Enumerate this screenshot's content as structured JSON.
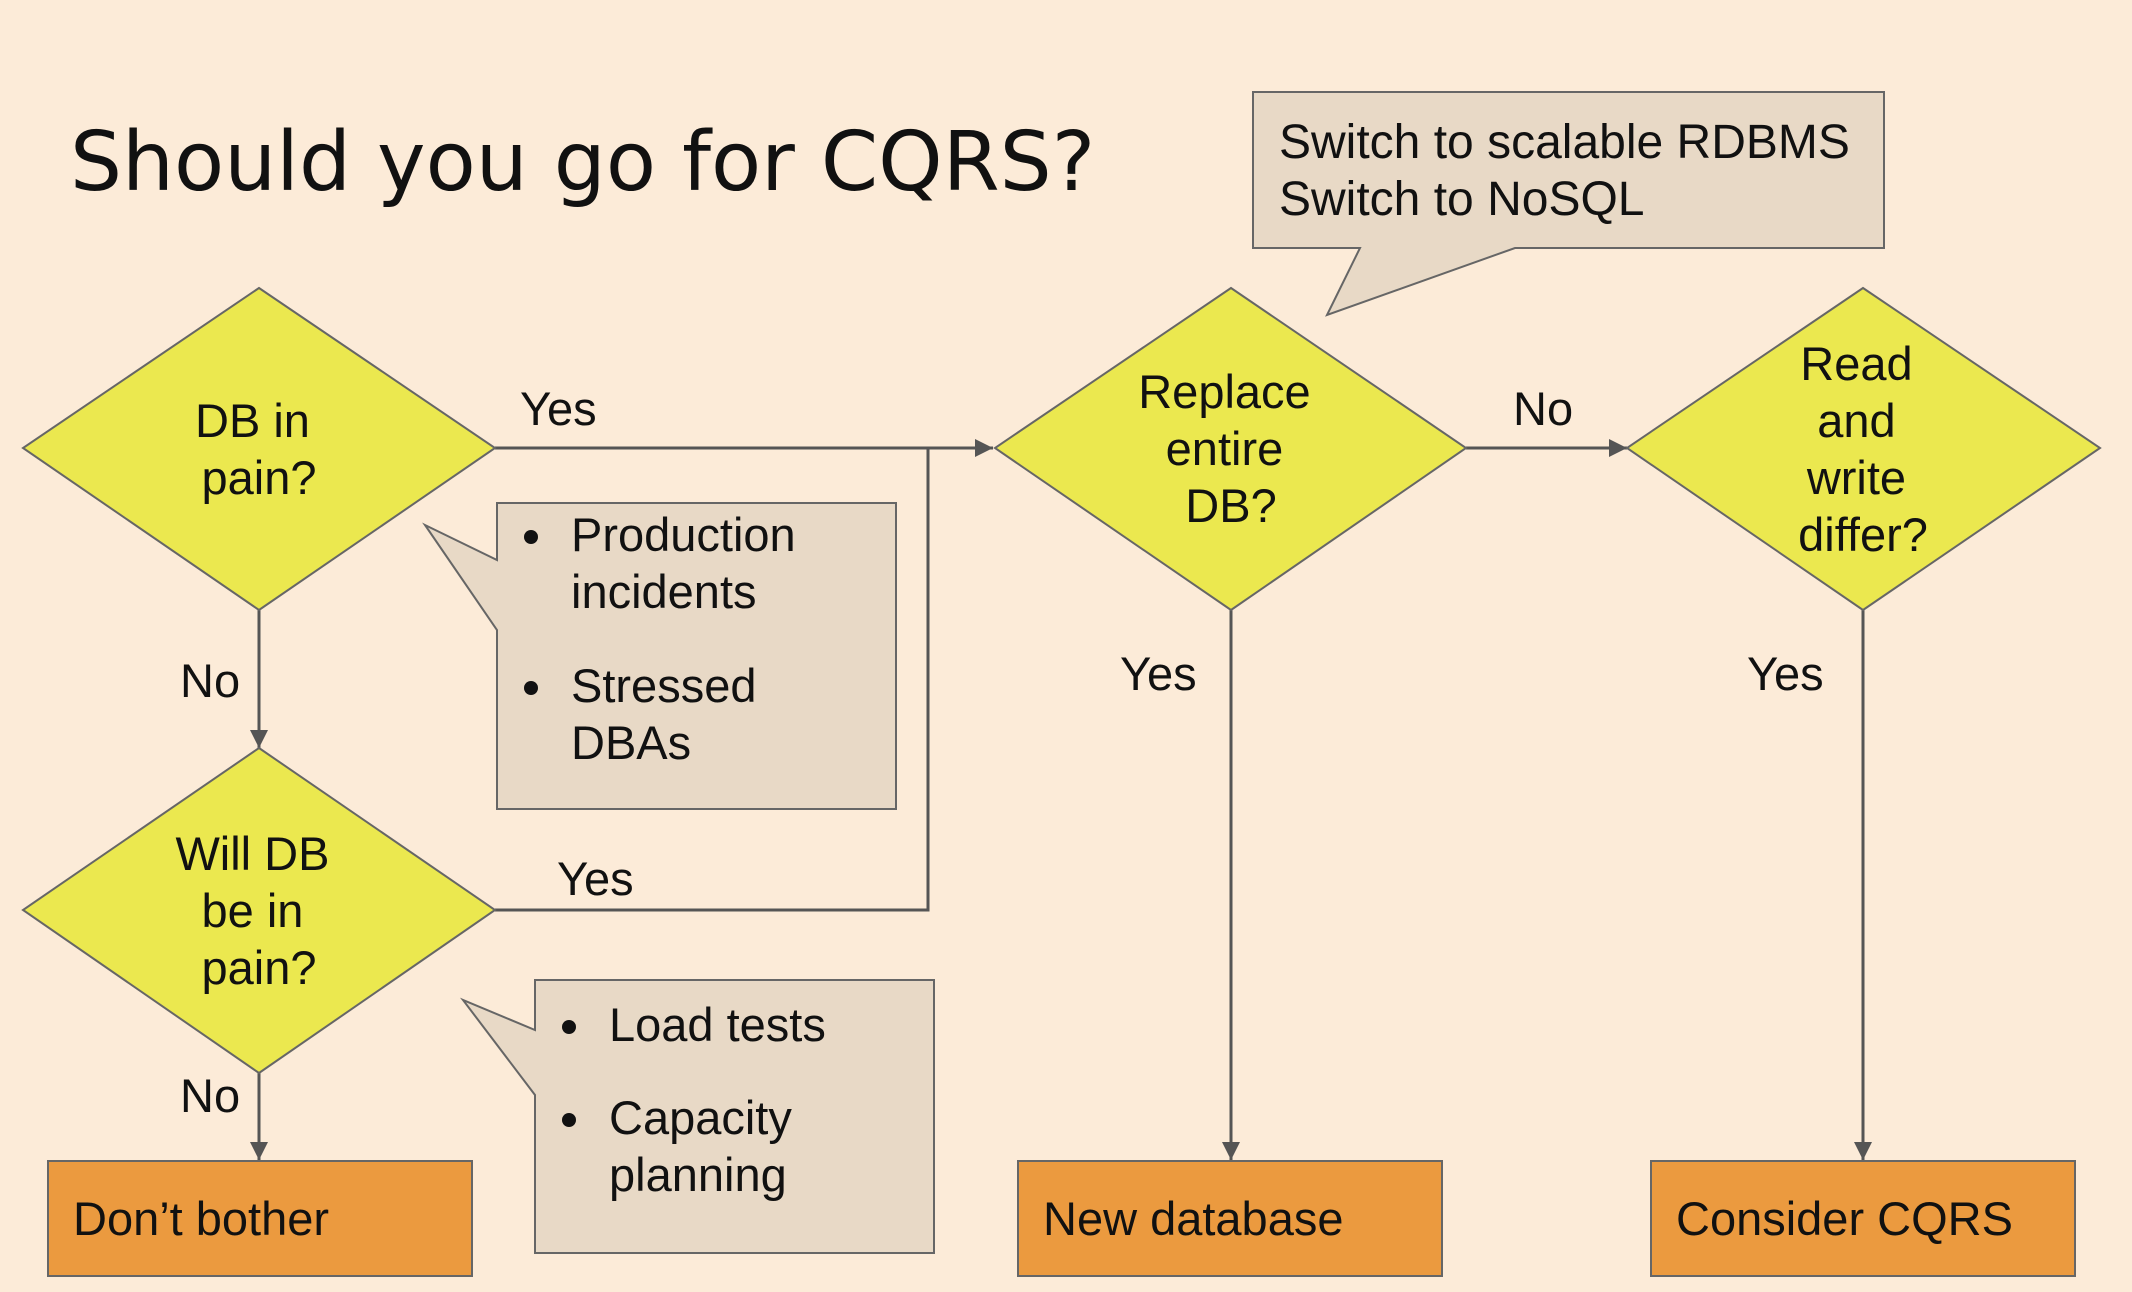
{
  "title": "Should you go for CQRS?",
  "colors": {
    "background": "#fcebd8",
    "decision": "#ebe84f",
    "outcome": "#eb9a3f",
    "callout": "#e8d9c6",
    "stroke": "#555555"
  },
  "decisions": {
    "db_in_pain": [
      "DB in",
      "pain?"
    ],
    "will_db_be_in_pain": [
      "Will DB",
      "be in",
      "pain?"
    ],
    "replace_entire_db": [
      "Replace",
      "entire",
      "DB?"
    ],
    "read_write_differ": [
      "Read",
      "and",
      "write",
      "differ?"
    ]
  },
  "outcomes": {
    "dont_bother": "Don’t bother",
    "new_database": "New database",
    "consider_cqrs": "Consider CQRS"
  },
  "edge_labels": {
    "pain_yes": "Yes",
    "pain_no": "No",
    "will_yes": "Yes",
    "will_no": "No",
    "replace_no": "No",
    "replace_yes": "Yes",
    "differ_yes": "Yes"
  },
  "callouts": {
    "pain_examples": [
      [
        "Production",
        "incidents"
      ],
      [
        "Stressed",
        "DBAs"
      ]
    ],
    "future_pain_examples": [
      [
        "Load tests"
      ],
      [
        "Capacity",
        "planning"
      ]
    ],
    "replace_options": [
      "Switch to scalable RDBMS",
      "Switch to NoSQL"
    ]
  }
}
